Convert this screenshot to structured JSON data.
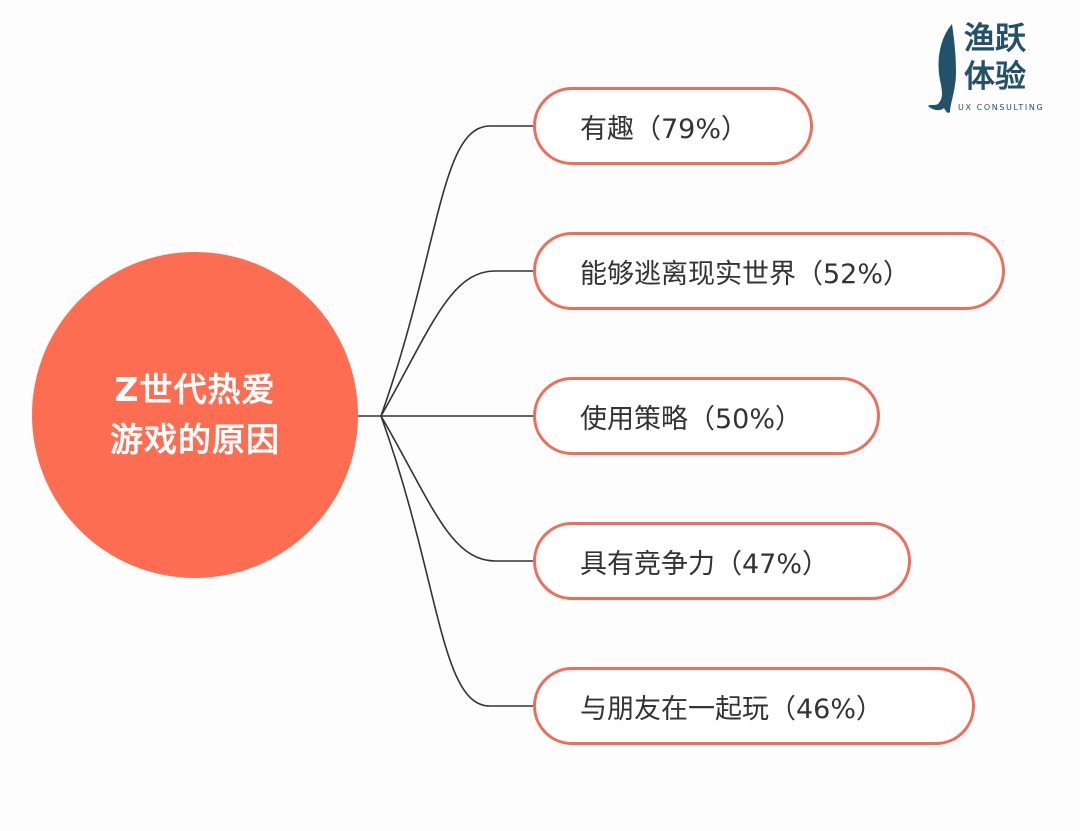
{
  "diagram": {
    "type": "mind-map",
    "root": {
      "line1": "Z世代热爱",
      "line2": "游戏的原因",
      "color": "#fd6d52"
    },
    "branches": [
      {
        "label": "有趣（79%）",
        "text": "有趣",
        "percent": 79
      },
      {
        "label": "能够逃离现实世界（52%）",
        "text": "能够逃离现实世界",
        "percent": 52
      },
      {
        "label": "使用策略（50%）",
        "text": "使用策略",
        "percent": 50
      },
      {
        "label": "具有竞争力（47%）",
        "text": "具有竞争力",
        "percent": 47
      },
      {
        "label": "与朋友在一起玩（46%）",
        "text": "与朋友在一起玩",
        "percent": 46
      }
    ],
    "node_border_color": "#ec6f5c",
    "connector_color": "#333333"
  },
  "logo": {
    "line1": "渔跃",
    "line2": "体验",
    "subtitle": "UX CONSULTING",
    "icon": "whale-icon",
    "color": "#23506b"
  }
}
